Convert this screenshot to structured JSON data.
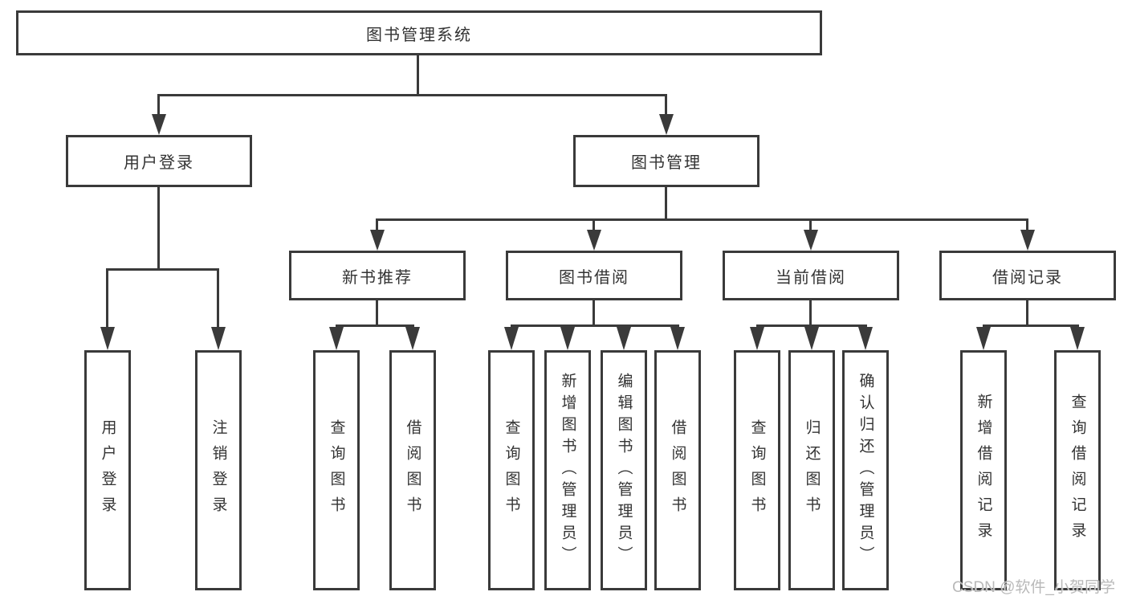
{
  "diagram": {
    "root": {
      "label": "图书管理系统"
    },
    "branches": [
      {
        "label": "用户登录",
        "children": [
          {
            "label": "用户登录"
          },
          {
            "label": "注销登录"
          }
        ]
      },
      {
        "label": "图书管理",
        "children": [
          {
            "label": "新书推荐",
            "children": [
              {
                "label": "查询图书"
              },
              {
                "label": "借阅图书"
              }
            ]
          },
          {
            "label": "图书借阅",
            "children": [
              {
                "label": "查询图书"
              },
              {
                "label": "新增图书（管理员）"
              },
              {
                "label": "编辑图书（管理员）"
              },
              {
                "label": "借阅图书"
              }
            ]
          },
          {
            "label": "当前借阅",
            "children": [
              {
                "label": "查询图书"
              },
              {
                "label": "归还图书"
              },
              {
                "label": "确认归还（管理员）"
              }
            ]
          },
          {
            "label": "借阅记录",
            "children": [
              {
                "label": "新增借阅记录"
              },
              {
                "label": "查询借阅记录"
              }
            ]
          }
        ]
      }
    ],
    "watermark": {
      "text": "CSDN @软件_小贺同学"
    },
    "colors": {
      "line": "#3a3a3a",
      "text": "#333333",
      "box_fill": "#ffffff",
      "background": "#ffffff",
      "watermark": "#b9b9b9"
    }
  }
}
